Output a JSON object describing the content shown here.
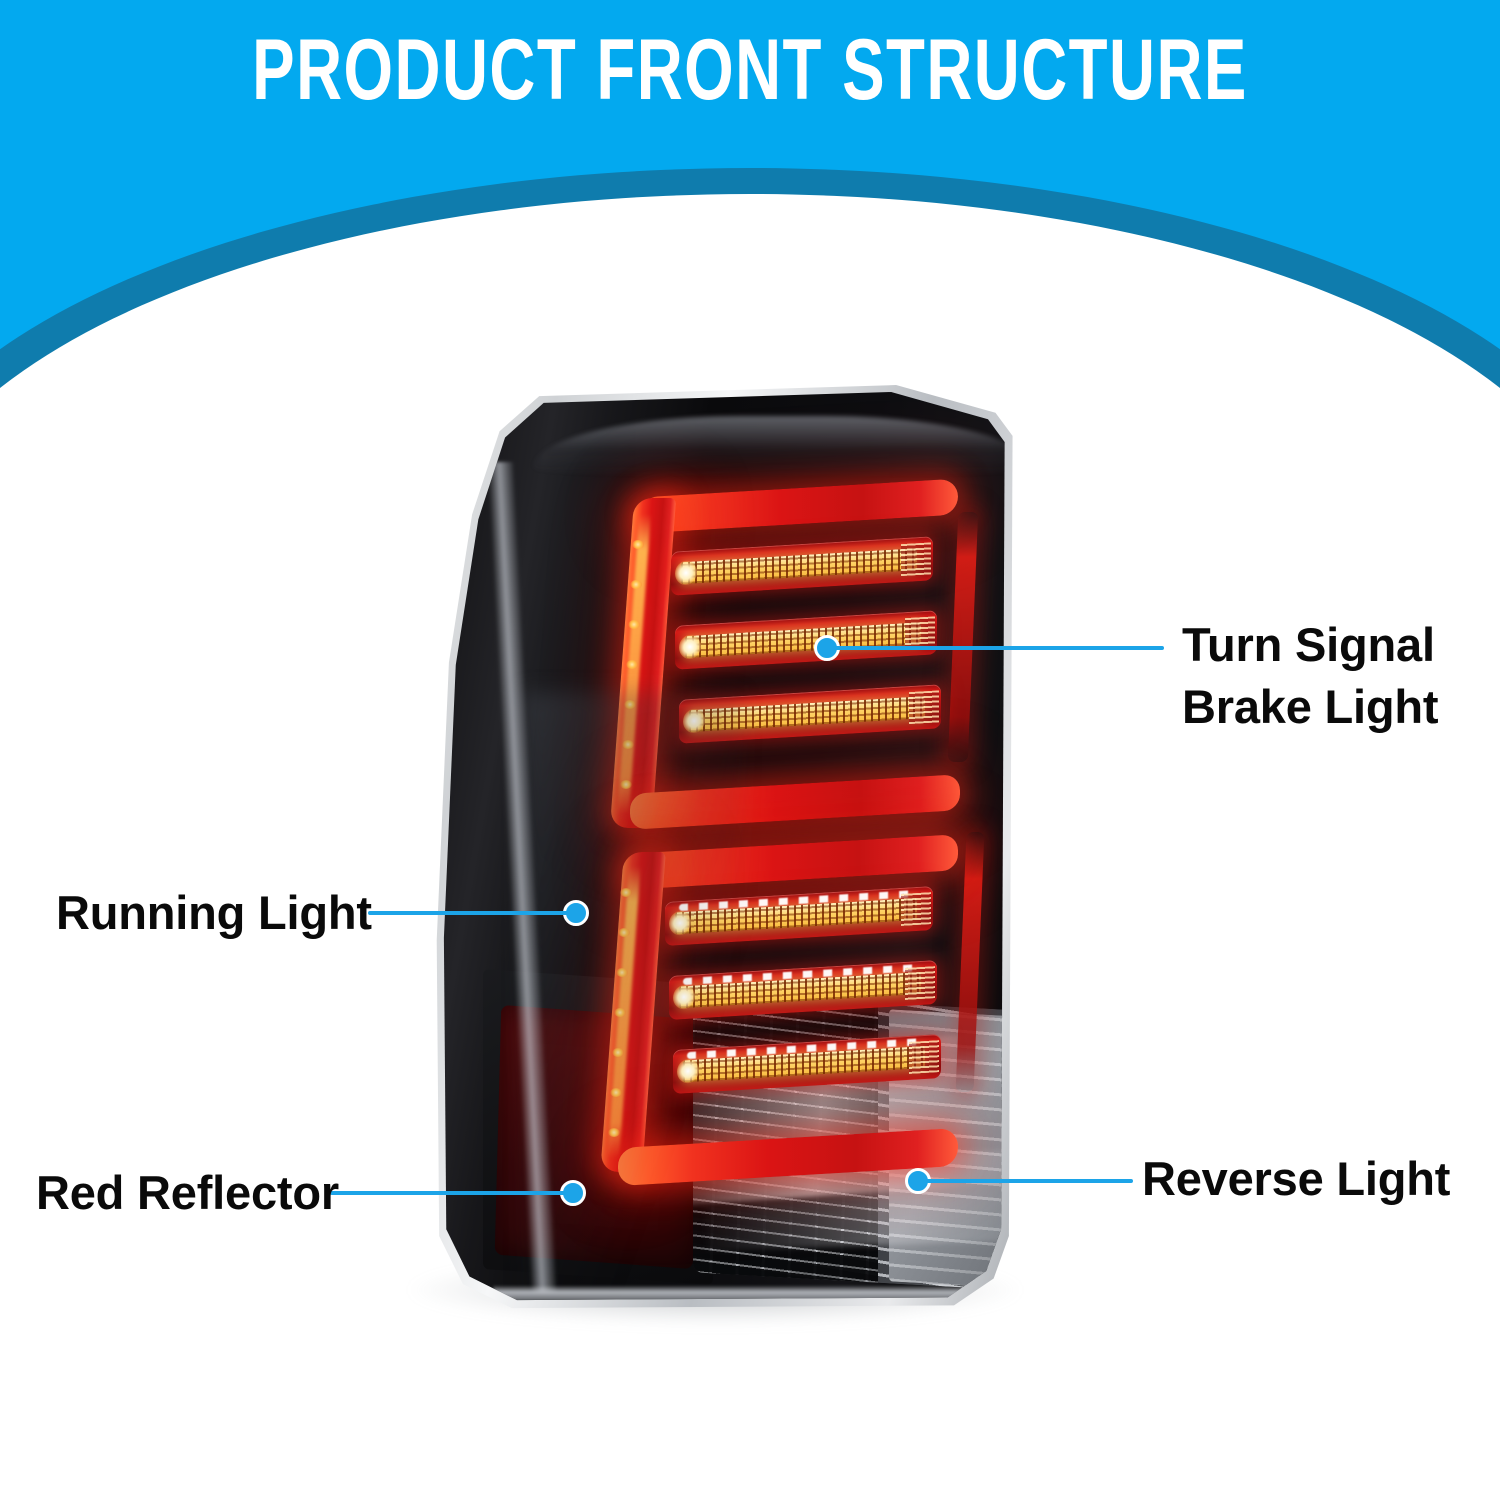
{
  "header": {
    "title": "PRODUCT FRONT STRUCTURE",
    "bg_color": "#03A9EF",
    "shadow_color": "#0F7CAD",
    "title_color": "#FFFFFF"
  },
  "product": {
    "name": "LED tail light assembly",
    "housing_color": "#111114",
    "light_color": "#D51A16",
    "led_emitter_color": "#FFD468"
  },
  "callouts": [
    {
      "id": "turn-signal-brake-light",
      "label_line1": "Turn Signal",
      "label_line2": "Brake Light",
      "side": "right",
      "dot_color": "#1CA4E8"
    },
    {
      "id": "running-light",
      "label_line1": "Running Light",
      "label_line2": "",
      "side": "left",
      "dot_color": "#1CA4E8"
    },
    {
      "id": "reverse-light",
      "label_line1": "Reverse Light",
      "label_line2": "",
      "side": "right",
      "dot_color": "#1CA4E8"
    },
    {
      "id": "red-reflector",
      "label_line1": "Red Reflector",
      "label_line2": "",
      "side": "left",
      "dot_color": "#1CA4E8"
    }
  ]
}
